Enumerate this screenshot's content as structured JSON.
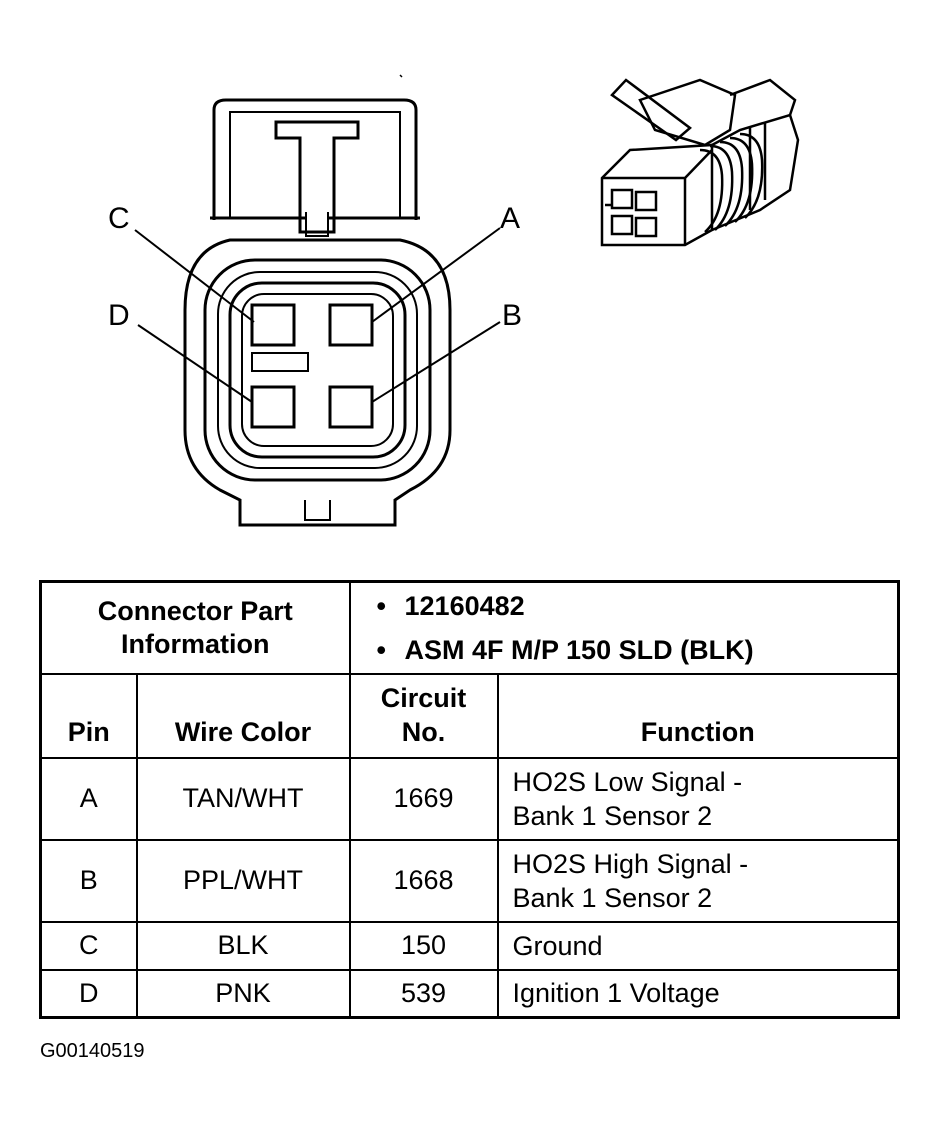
{
  "pin_labels": {
    "a": "A",
    "b": "B",
    "c": "C",
    "d": "D"
  },
  "table": {
    "part_info_label": "Connector Part Information",
    "part_info_items": [
      "12160482",
      "ASM 4F M/P 150 SLD (BLK)"
    ],
    "headers": {
      "pin": "Pin",
      "wire_color": "Wire Color",
      "circuit": "Circuit No.",
      "function": "Function"
    },
    "rows": [
      {
        "pin": "A",
        "wire_color": "TAN/WHT",
        "circuit": "1669",
        "function": "HO2S Low Signal - Bank 1 Sensor 2"
      },
      {
        "pin": "B",
        "wire_color": "PPL/WHT",
        "circuit": "1668",
        "function": "HO2S High Signal - Bank 1 Sensor 2"
      },
      {
        "pin": "C",
        "wire_color": "BLK",
        "circuit": "150",
        "function": "Ground"
      },
      {
        "pin": "D",
        "wire_color": "PNK",
        "circuit": "539",
        "function": "Ignition 1 Voltage"
      }
    ]
  },
  "figure_id": "G00140519"
}
